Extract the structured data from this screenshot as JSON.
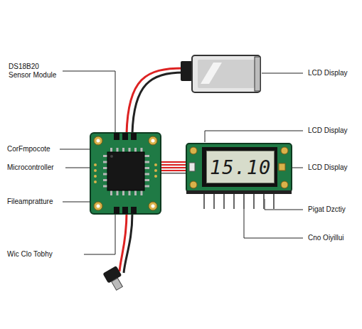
{
  "diagram": {
    "nodes": [
      {
        "text": [
          "15.10"
        ]
      }
    ],
    "labels": [
      "DS18B20 Sensor Module",
      "LCD Display",
      "LCD Display",
      "CorFmpocote",
      "Microcontroller",
      "LCD Display",
      "Fileampratture",
      "Pigat Dzctiy",
      "Cno Oiyillui",
      "Wic Clo Tobhy"
    ]
  }
}
